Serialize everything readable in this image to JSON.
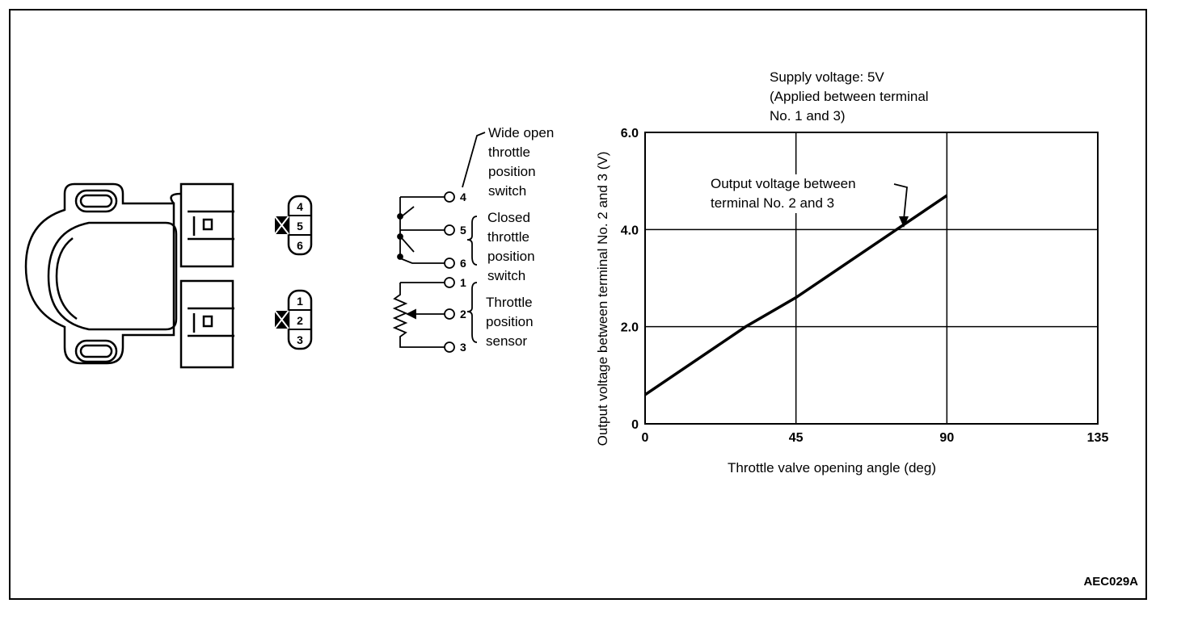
{
  "supply_note": [
    "Supply voltage: 5V",
    "(Applied between terminal",
    "No. 1 and 3)"
  ],
  "switch_labels": {
    "wide_open": [
      "Wide open",
      "throttle",
      "position",
      "switch"
    ],
    "closed": [
      "Closed",
      "throttle",
      "position",
      "switch"
    ],
    "sensor": [
      "Throttle",
      "position",
      "sensor"
    ]
  },
  "connector_pins": {
    "upper": [
      "4",
      "5",
      "6"
    ],
    "lower": [
      "1",
      "2",
      "3"
    ]
  },
  "terminal_numbers": [
    "4",
    "5",
    "6",
    "1",
    "2",
    "3"
  ],
  "annotation": [
    "Output voltage between",
    "terminal No. 2 and 3"
  ],
  "figure_ref": "AEC029A",
  "chart_data": {
    "type": "line",
    "xlabel": "Throttle valve opening angle (deg)",
    "ylabel": "Output voltage between terminal No. 2 and 3 (V)",
    "xlim": [
      0,
      135
    ],
    "ylim": [
      0,
      6
    ],
    "x_ticks": [
      "0",
      "45",
      "90",
      "135"
    ],
    "y_ticks": [
      "0",
      "2.0",
      "4.0",
      "6.0"
    ],
    "grid": true,
    "series": [
      {
        "x": [
          0,
          30,
          45,
          75,
          90
        ],
        "y": [
          0.6,
          2.0,
          2.6,
          4.0,
          4.7
        ]
      }
    ]
  }
}
